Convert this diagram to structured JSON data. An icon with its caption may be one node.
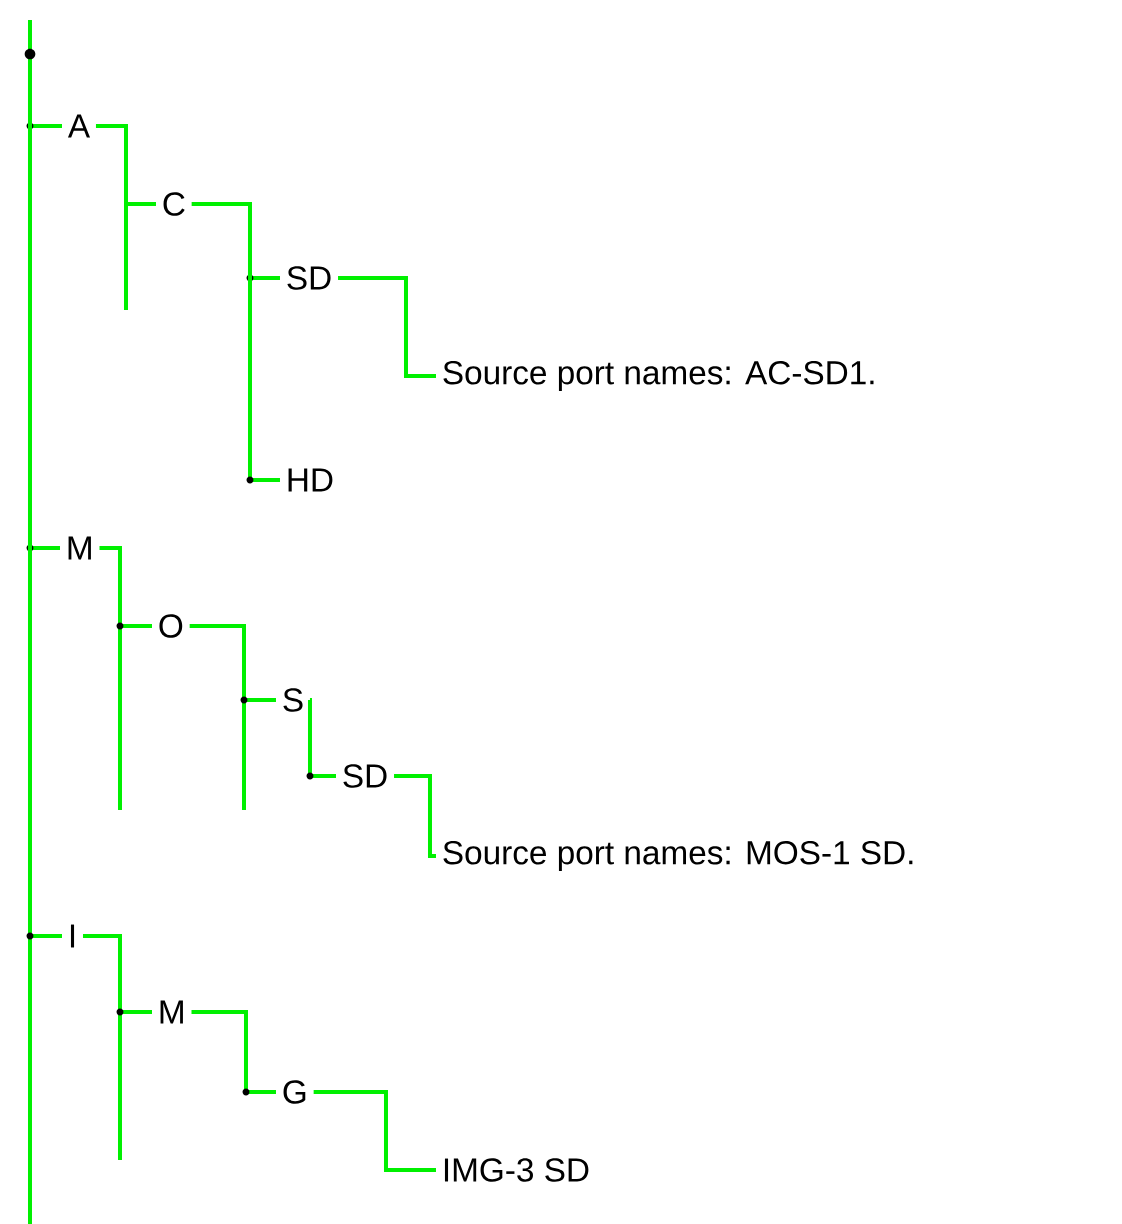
{
  "diagram": {
    "nodes": [
      {
        "text": [],
        "shape": "circle"
      },
      {
        "text": [
          "A"
        ]
      },
      {
        "text": [
          "C"
        ]
      },
      {
        "text": [
          "SD"
        ]
      },
      {
        "text": [
          "Source port names: AC-SD1."
        ]
      },
      {
        "text": [
          "HD"
        ]
      },
      {
        "text": [
          "M"
        ]
      },
      {
        "text": [
          "O"
        ]
      },
      {
        "text": [
          "S"
        ]
      },
      {
        "text": [
          "SD"
        ]
      },
      {
        "text": [
          "Source port names: MOS-1 SD."
        ]
      },
      {
        "text": [
          "I"
        ]
      },
      {
        "text": [
          "M"
        ]
      },
      {
        "text": [
          "G"
        ]
      },
      {
        "text": [
          "IMG-3 SD"
        ]
      }
    ],
    "edges": [
      {
        "from": 0,
        "to": 1,
        "arrow": "none"
      },
      {
        "from": 1,
        "to": 2,
        "arrow": "none"
      },
      {
        "from": 2,
        "to": 3,
        "arrow": "none"
      },
      {
        "from": 3,
        "to": 4,
        "arrow": "none"
      },
      {
        "from": 2,
        "to": 5,
        "arrow": "none"
      },
      {
        "from": 0,
        "to": 6,
        "arrow": "none"
      },
      {
        "from": 6,
        "to": 7,
        "arrow": "none"
      },
      {
        "from": 7,
        "to": 8,
        "arrow": "none"
      },
      {
        "from": 8,
        "to": 9,
        "arrow": "none"
      },
      {
        "from": 9,
        "to": 10,
        "arrow": "none"
      },
      {
        "from": 0,
        "to": 11,
        "arrow": "none"
      },
      {
        "from": 11,
        "to": 12,
        "arrow": "none"
      },
      {
        "from": 12,
        "to": 13,
        "arrow": "none"
      },
      {
        "from": 13,
        "to": 14,
        "arrow": "none"
      }
    ]
  }
}
